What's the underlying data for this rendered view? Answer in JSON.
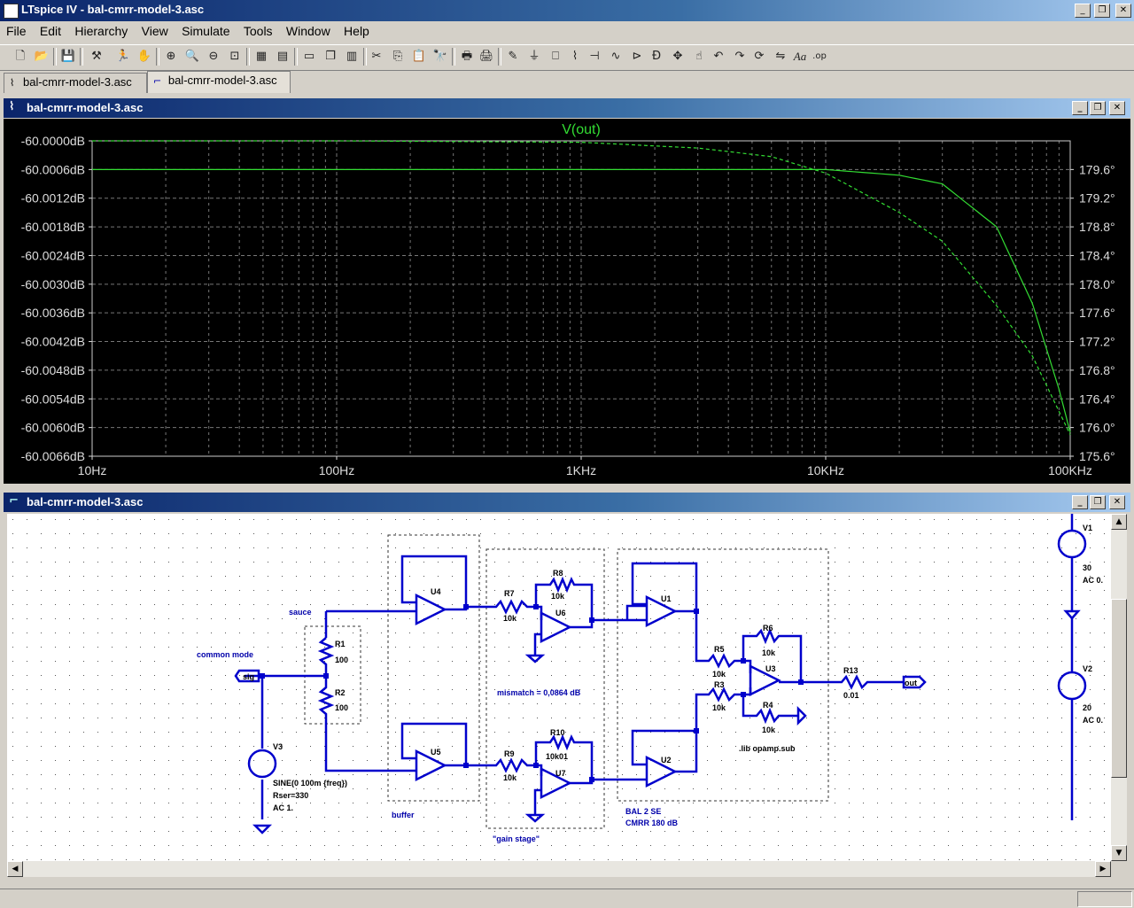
{
  "app": {
    "title": "LTspice IV - bal-cmrr-model-3.asc"
  },
  "window_controls": {
    "minimize": "_",
    "restore": "❐",
    "close": "✕"
  },
  "menu": [
    "File",
    "Edit",
    "Hierarchy",
    "View",
    "Simulate",
    "Tools",
    "Window",
    "Help"
  ],
  "tabs": [
    {
      "label": "bal-cmrr-model-3.asc",
      "icon": "waveform-icon"
    },
    {
      "label": "bal-cmrr-model-3.asc",
      "icon": "schematic-icon"
    }
  ],
  "plot_window": {
    "title": "bal-cmrr-model-3.asc",
    "chart_data": {
      "type": "line",
      "title": "V(out)",
      "x_scale": "log",
      "x_range": [
        10,
        100000
      ],
      "x_tick_labels": [
        "10Hz",
        "100Hz",
        "1KHz",
        "10KHz",
        "100KHz"
      ],
      "y_left_range": [
        -60.0066,
        -60.0
      ],
      "y_left_tick_labels": [
        "-60.0000dB",
        "-60.0006dB",
        "-60.0012dB",
        "-60.0018dB",
        "-60.0024dB",
        "-60.0030dB",
        "-60.0036dB",
        "-60.0042dB",
        "-60.0048dB",
        "-60.0054dB",
        "-60.0060dB",
        "-60.0066dB"
      ],
      "y_right_range": [
        175.6,
        180.0
      ],
      "y_right_tick_labels": [
        "179.6°",
        "179.2°",
        "178.8°",
        "178.4°",
        "178.0°",
        "177.6°",
        "177.2°",
        "176.8°",
        "176.4°",
        "176.0°",
        "175.6°"
      ],
      "grid": true,
      "color": "#33dd33",
      "series": [
        {
          "name": "V(out)",
          "kind": "magnitude (dB)",
          "style": "solid",
          "x": [
            10,
            100,
            1000,
            3000,
            10000,
            20000,
            30000,
            50000,
            70000,
            90000,
            100000
          ],
          "y": [
            -60.0006,
            -60.0006,
            -60.0006,
            -60.0006,
            -60.0006,
            -60.00072,
            -60.0009,
            -60.0018,
            -60.0034,
            -60.0052,
            -60.0061
          ]
        },
        {
          "name": "V(out)",
          "kind": "phase (deg)",
          "style": "dashed",
          "x": [
            10,
            100,
            1000,
            3000,
            6000,
            10000,
            20000,
            30000,
            50000,
            70000,
            100000
          ],
          "y": [
            180.0,
            180.0,
            179.98,
            179.9,
            179.78,
            179.55,
            179.0,
            178.6,
            177.7,
            177.0,
            175.9
          ]
        }
      ]
    }
  },
  "schematic_window": {
    "title": "bal-cmrr-model-3.asc",
    "labels": {
      "sauce": "sauce",
      "common_mode": "common mode",
      "sig": "sig",
      "out": "out",
      "buffer": "buffer",
      "gain_stage": "\"gain stage\"",
      "mismatch": "mismatch = 0,0864 dB",
      "bal_se": "BAL 2 SE",
      "cmrr": "CMRR 180 dB",
      "lib": ".lib opamp.sub",
      "v3_value": "SINE(0 100m {freq})",
      "v3_rser": "Rser=330",
      "v3_ac": "AC 1.",
      "v1_ac": "AC 0.",
      "v2_ac": "AC 0."
    },
    "components": {
      "R1": "100",
      "R2": "100",
      "R7": "10k",
      "R8": "10k",
      "R9": "10k",
      "R10": "10k01",
      "R5": "10k",
      "R6": "10k",
      "R3": "10k",
      "R4": "10k",
      "R13": "0.01",
      "V1": "30",
      "V2": "20"
    },
    "refdes": [
      "R1",
      "R2",
      "R7",
      "R8",
      "R9",
      "R10",
      "R5",
      "R6",
      "R3",
      "R4",
      "R13",
      "U1",
      "U2",
      "U3",
      "U4",
      "U5",
      "U6",
      "U7",
      "V1",
      "V2",
      "V3"
    ]
  }
}
